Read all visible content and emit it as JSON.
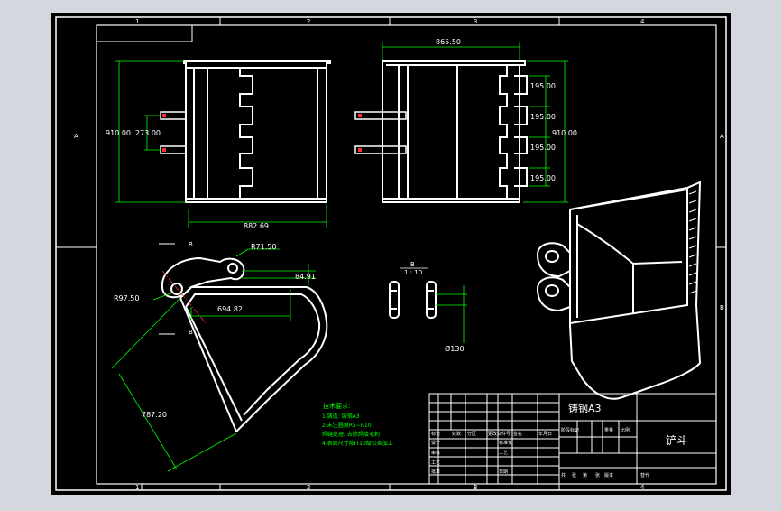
{
  "drawing": {
    "colors": {
      "background_outer": "#d4d8de",
      "sheet": "#000000",
      "outline": "#ffffff",
      "dimension": "#00ff00",
      "center_line": "#ff3030"
    },
    "zone_numbers_top": [
      "1",
      "2",
      "3",
      "4"
    ],
    "zone_numbers_bottom": [
      "1",
      "2",
      "3",
      "4"
    ],
    "zone_letters_left": [
      "A"
    ],
    "zone_letters_right": [
      "A",
      "B"
    ],
    "dimensions": {
      "width_top": "865.50",
      "height_left": "910.00",
      "pin_offset": "273.00",
      "height_right": "910.00",
      "tooth_pitch": [
        "195.00",
        "195.00",
        "195.00",
        "195.00"
      ],
      "width_bottom": "882.69",
      "radius_top": "R71.50",
      "radius_left": "R97.50",
      "offset_small": "84.91",
      "horizontal_span": "694.82",
      "diagonal": "787.20",
      "diameter": "Ø130"
    },
    "section_labels": {
      "b_top": "B",
      "b_bottom": "B",
      "detail_b": "B",
      "detail_scale": "1 : 10"
    },
    "technical_notes": {
      "heading": "技术要求:",
      "lines": [
        "1.铸造: 铸钢A3",
        "2.未注圆角R5~R10",
        "焊缝处理, 去除焊接毛刺",
        "4.表面尺寸按IT10级公差加工"
      ]
    },
    "title_block": {
      "material": "铸钢A3",
      "part_name": "铲斗",
      "cells_small": [
        "标记",
        "处数",
        "分区",
        "更改文件号",
        "签名",
        "年月日"
      ],
      "cells_left": [
        "设计",
        "审核",
        "工艺",
        "批准"
      ],
      "cells_mid": [
        "标准化",
        "工艺",
        "日期"
      ],
      "stage_labels": [
        "阶段标记",
        "重量",
        "比例"
      ],
      "bottom_row": [
        "共",
        "张",
        "第",
        "张",
        "版本"
      ],
      "alternate": "替代"
    }
  }
}
